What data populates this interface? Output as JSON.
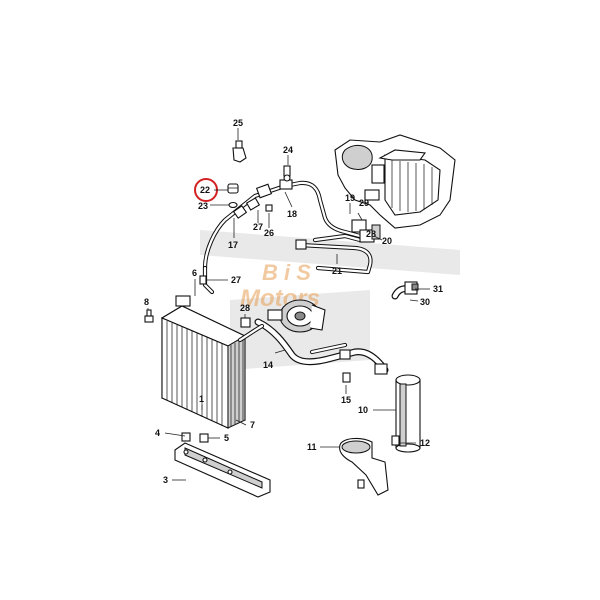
{
  "watermark": {
    "line1": "B i S",
    "line2": "Motors",
    "color": "#e8a055"
  },
  "highlight": {
    "part": "22",
    "color": "#d42020"
  },
  "callouts": {
    "c1": "1",
    "c3": "3",
    "c4": "4",
    "c5": "5",
    "c6": "6",
    "c7": "7",
    "c8": "8",
    "c10": "10",
    "c11": "11",
    "c12": "12",
    "c14": "14",
    "c15": "15",
    "c17": "17",
    "c18": "18",
    "c19": "19",
    "c20": "20",
    "c21": "21",
    "c22": "22",
    "c23": "23",
    "c24": "24",
    "c25": "25",
    "c26": "26",
    "c27a": "27",
    "c27b": "27",
    "c28": "28",
    "c29": "29",
    "c30": "30",
    "c31": "31"
  }
}
